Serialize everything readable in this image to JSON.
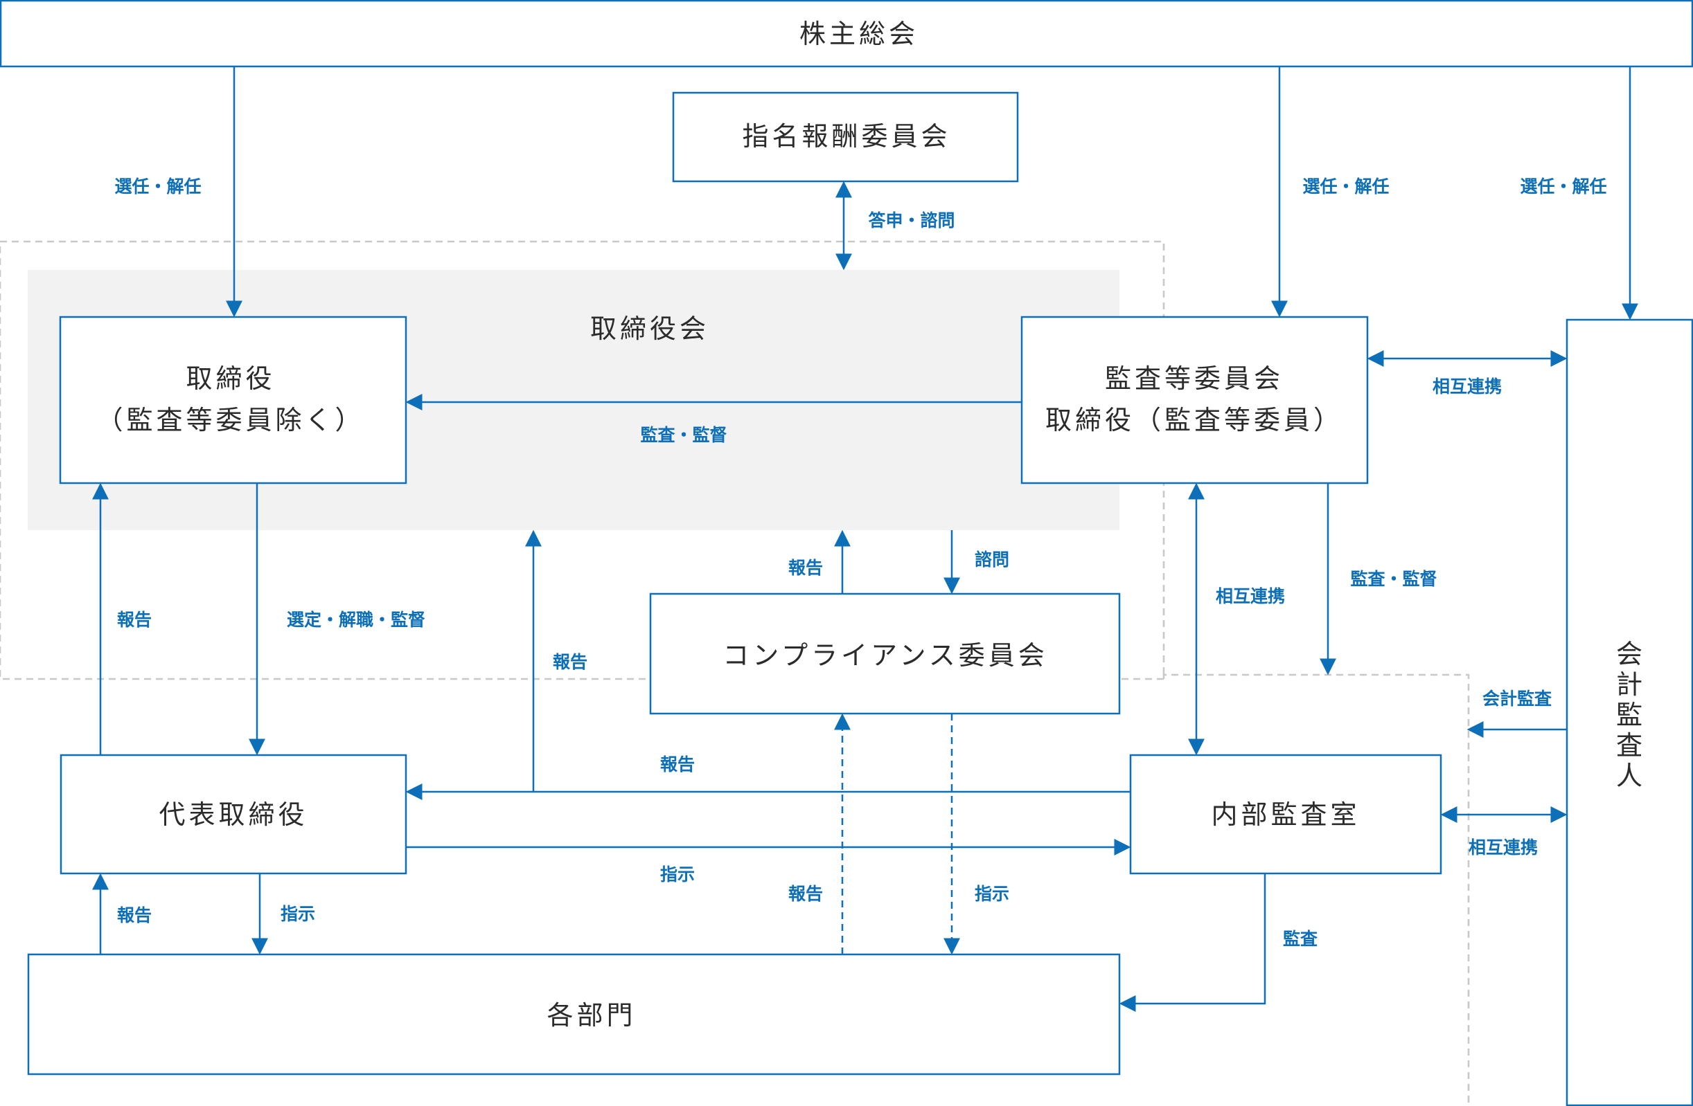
{
  "nodes": {
    "shareholders_meeting": "株主総会",
    "nomination_committee": "指名報酬委員会",
    "board_of_directors": "取締役会",
    "directors_line1": "取締役",
    "directors_line2": "（監査等委員除く）",
    "audit_committee_line1": "監査等委員会",
    "audit_committee_line2": "取締役（監査等委員）",
    "accounting_auditor": [
      "会",
      "計",
      "監",
      "査",
      "人"
    ],
    "compliance_committee": "コンプライアンス委員会",
    "representative_director": "代表取締役",
    "internal_audit_office": "内部監査室",
    "departments": "各部門"
  },
  "labels": {
    "elect_dismiss_directors": "選任・解任",
    "elect_dismiss_audit": "選任・解任",
    "elect_dismiss_accountant": "選任・解任",
    "report_inquiry": "答申・諮問",
    "audit_supervise_directors": "監査・監督",
    "mutual_cooperation_ac_acct": "相互連携",
    "report_rep_to_directors": "報告",
    "select_dismiss_supervise": "選定・解職・監督",
    "report_to_board": "報告",
    "report_compliance_to_board": "報告",
    "inquiry_board_to_compliance": "諮問",
    "mutual_cooperation_ac_iao": "相互連携",
    "audit_supervise_iao": "監査・監督",
    "accounting_audit": "会計監査",
    "report_iao_to_rep": "報告",
    "instruct_rep_to_iao": "指示",
    "mutual_cooperation_iao_acct": "相互連携",
    "report_dept_to_rep": "報告",
    "instruct_rep_to_dept": "指示",
    "report_dept_to_compliance": "報告",
    "instruct_compliance_to_dept": "指示",
    "audit_iao_to_dept": "監査"
  },
  "colors": {
    "accent": "#0d6fb8",
    "band": "#f2f2f2",
    "dashed_region": "#c8c8c8",
    "text": "#2b2b2b"
  }
}
